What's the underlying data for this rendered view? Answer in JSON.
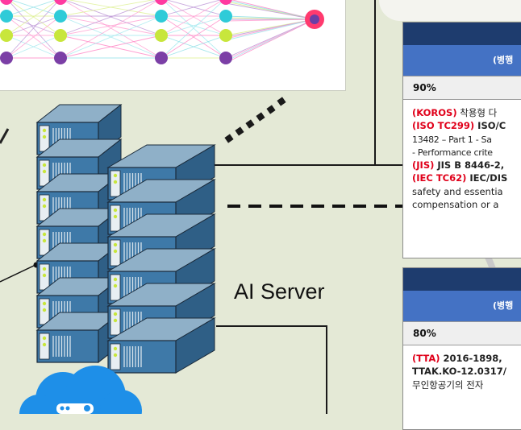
{
  "server": {
    "label": "AI Server",
    "icon": "server-rack-icon"
  },
  "cloud": {
    "icon": "cloud-icon"
  },
  "network": {
    "icon": "neural-network-icon",
    "node_colors": [
      "#ff3aa0",
      "#2fcbd8",
      "#c8e63c",
      "#7b3fa6"
    ]
  },
  "cards": [
    {
      "header": "(병행",
      "percent": "90%",
      "lines": [
        [
          {
            "t": "(KOROS)",
            "c": "std"
          },
          {
            "t": " 착용형 다",
            "c": ""
          }
        ],
        [
          {
            "t": "(ISO TC299)",
            "c": "std"
          },
          {
            "t": " ISO/C",
            "c": "bold"
          }
        ],
        [
          {
            "t": "13482 – Part 1 - Sa",
            "c": "dense"
          }
        ],
        [
          {
            "t": "- Performance crite",
            "c": "dense"
          }
        ],
        [
          {
            "t": "(JIS)",
            "c": "std"
          },
          {
            "t": " JIS B 8446-2,",
            "c": "bold"
          }
        ],
        [
          {
            "t": "(IEC TC62)",
            "c": "std"
          },
          {
            "t": " IEC/DIS",
            "c": "bold"
          }
        ],
        [
          {
            "t": "safety and essentia",
            "c": ""
          }
        ],
        [
          {
            "t": "compensation or a",
            "c": ""
          }
        ]
      ]
    },
    {
      "header": "(병행",
      "percent": "80%",
      "lines": [
        [
          {
            "t": "(TTA)",
            "c": "std"
          },
          {
            "t": " 2016-1898,",
            "c": "bold"
          }
        ],
        [
          {
            "t": "TTAK.KO-12.0317/",
            "c": "bold"
          }
        ],
        [
          {
            "t": "무인항공기의 전자",
            "c": ""
          }
        ]
      ]
    }
  ],
  "colors": {
    "background": "#e4e9d6",
    "card_header_dark": "#1e3c6e",
    "card_header_mid": "#4472c4",
    "standard_red": "#e0001a",
    "server_face": "#3e79a8",
    "cloud_blue": "#1e8fe8"
  }
}
